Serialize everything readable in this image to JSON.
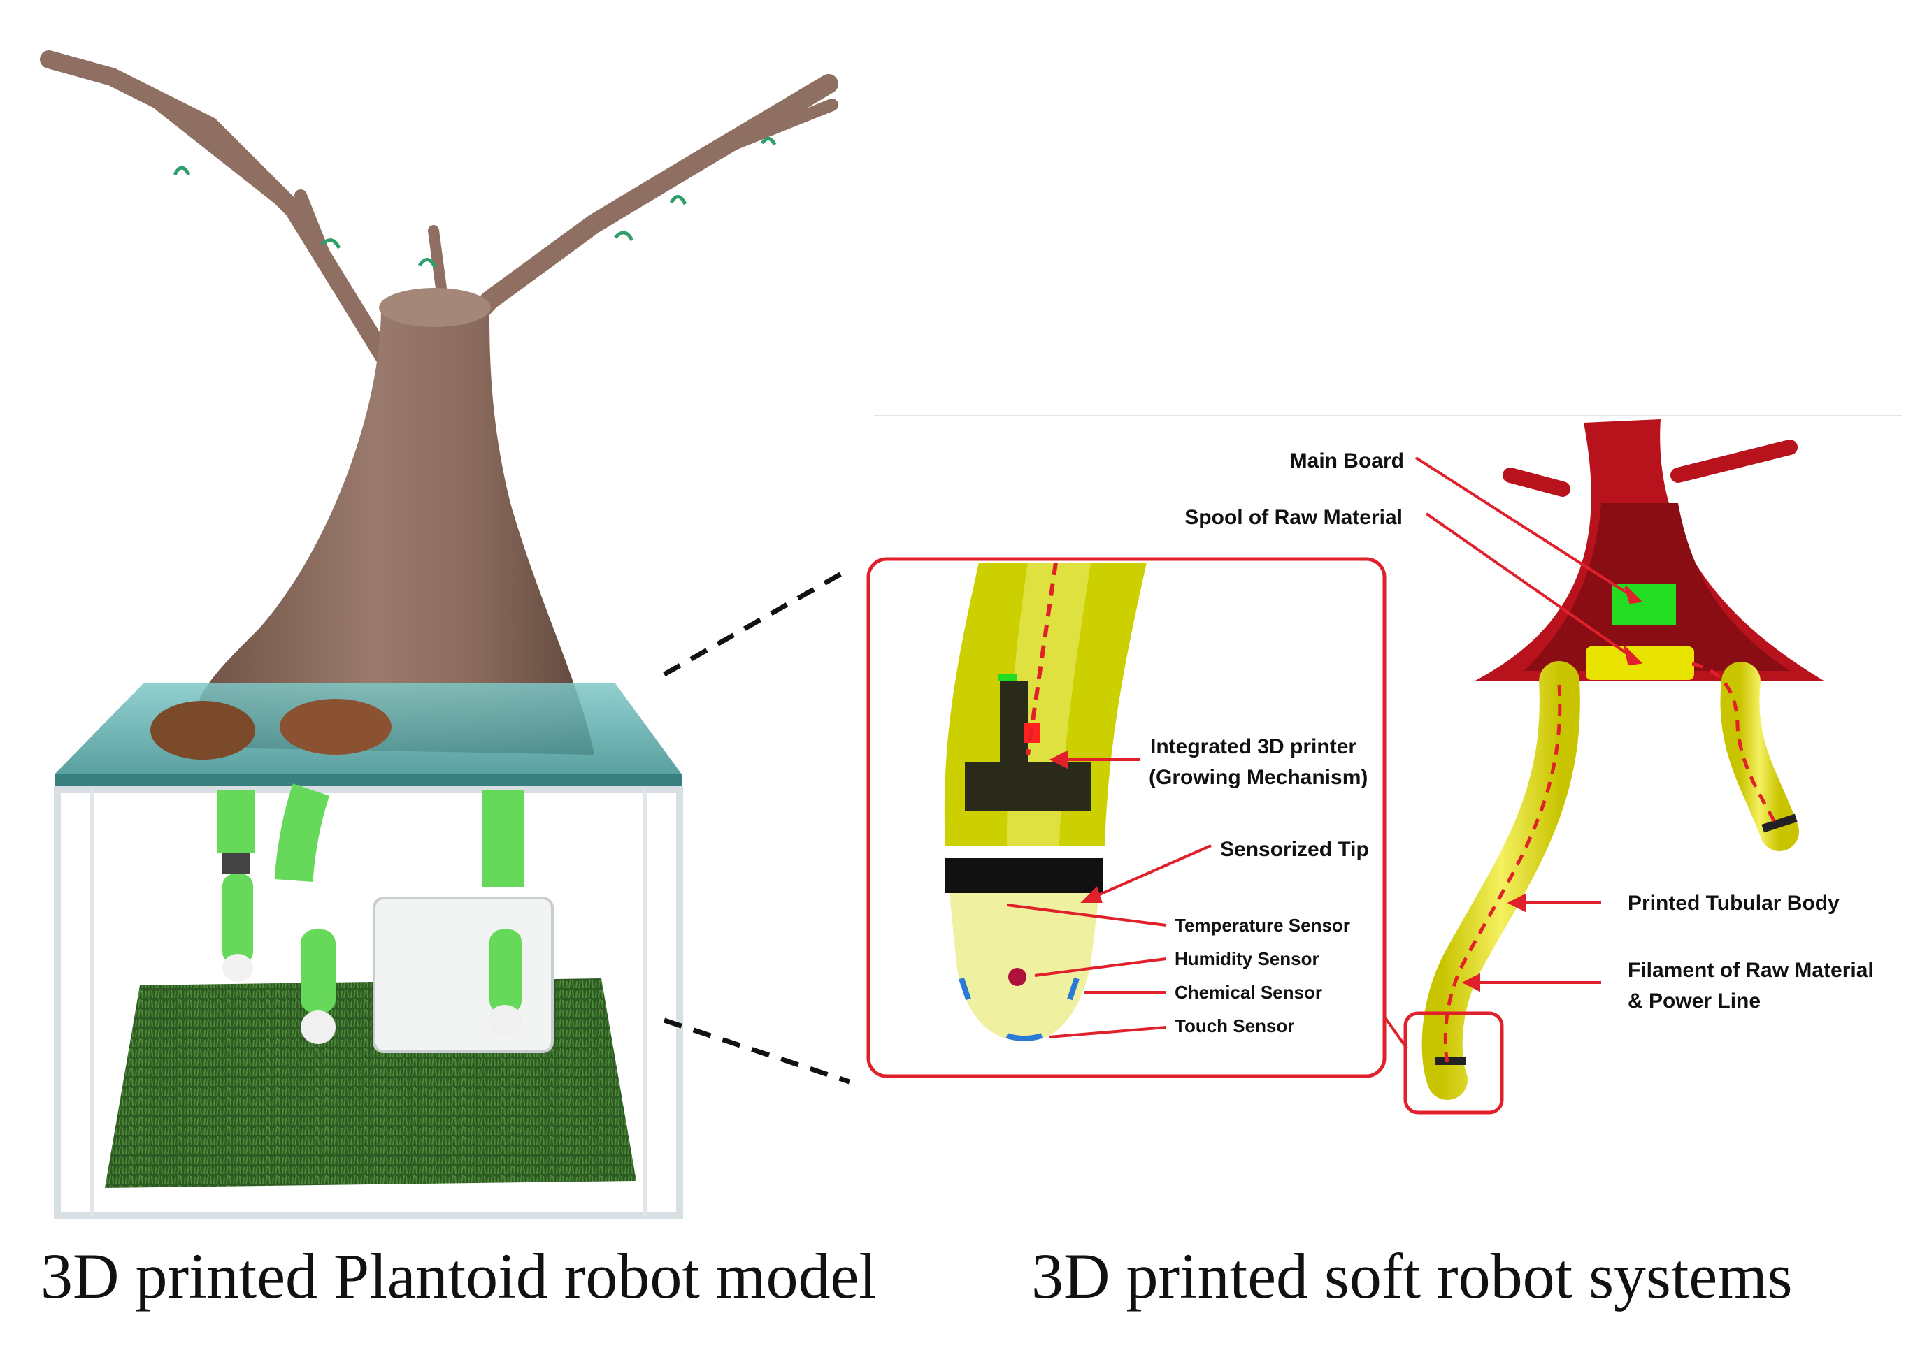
{
  "captions": {
    "left": "3D printed Plantoid robot model",
    "right": "3D printed soft robot systems"
  },
  "labels": {
    "main_board": "Main Board",
    "spool": "Spool of Raw Material",
    "printer_line1": "Integrated 3D printer",
    "printer_line2": "(Growing Mechanism)",
    "sensorized_tip": "Sensorized Tip",
    "temperature": "Temperature Sensor",
    "humidity": "Humidity Sensor",
    "chemical": "Chemical Sensor",
    "touch": "Touch Sensor",
    "tubular_body": "Printed Tubular Body",
    "filament_line1": "Filament of Raw Material",
    "filament_line2": "& Power Line"
  },
  "colors": {
    "annotation_red": "#e0202a",
    "trunk_brown": "#8a6a5c",
    "cutaway_red": "#b8121c",
    "root_yellow": "#e8e400",
    "board_green": "#22dd22",
    "grass_green": "#2f5e24",
    "sleeve_green": "#66d85a"
  }
}
